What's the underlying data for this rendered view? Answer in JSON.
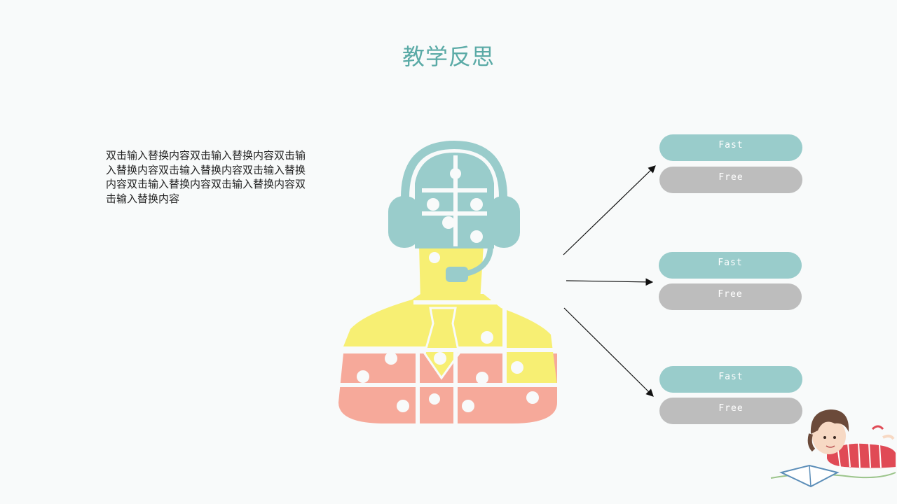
{
  "slide": {
    "title": "教学反思",
    "body_text": "双击输入替换内容双击输入替换内容双击输入替换内容双击输入替换内容双击输入替换内容双击输入替换内容双击输入替换内容双击输入替换内容"
  },
  "options": [
    {
      "top_label": "Fast",
      "bottom_label": "Free"
    },
    {
      "top_label": "Fast",
      "bottom_label": "Free"
    },
    {
      "top_label": "Fast",
      "bottom_label": "Free"
    }
  ],
  "colors": {
    "teal": "#99cccb",
    "yellow": "#f7ef73",
    "salmon": "#f6a99a",
    "gray": "#bdbdbd",
    "title": "#5aaaa6"
  },
  "icons": {
    "figure": "headset-person-puzzle-icon",
    "decoration": "child-reading-book-illustration"
  }
}
